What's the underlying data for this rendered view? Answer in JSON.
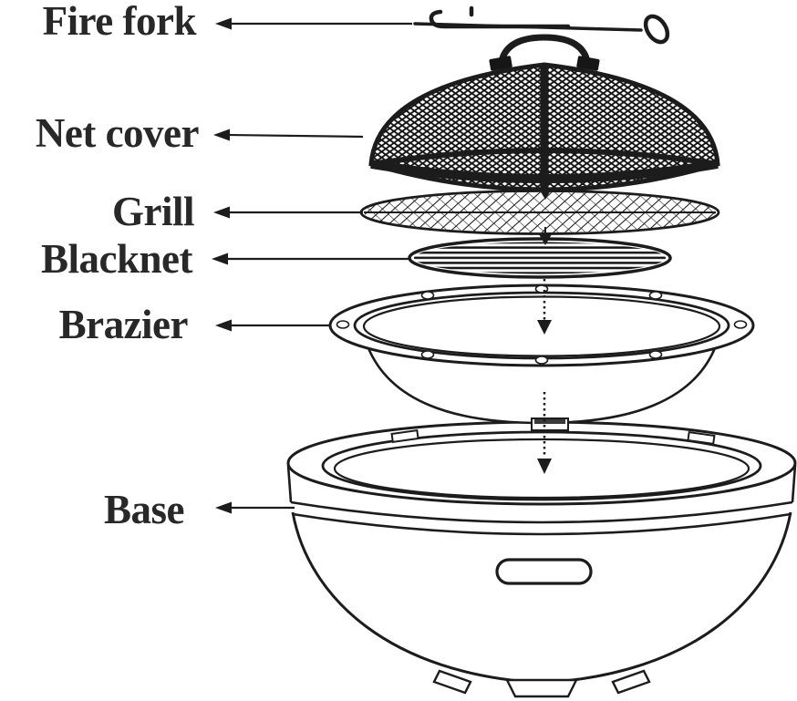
{
  "diagram": {
    "background_color": "#ffffff",
    "ink_color": "#1c1c1c",
    "label_color": "#282828",
    "parts": [
      {
        "label": "Fire fork"
      },
      {
        "label": "Net cover"
      },
      {
        "label": "Grill"
      },
      {
        "label": "Blacknet"
      },
      {
        "label": "Brazier"
      },
      {
        "label": "Base"
      }
    ]
  }
}
